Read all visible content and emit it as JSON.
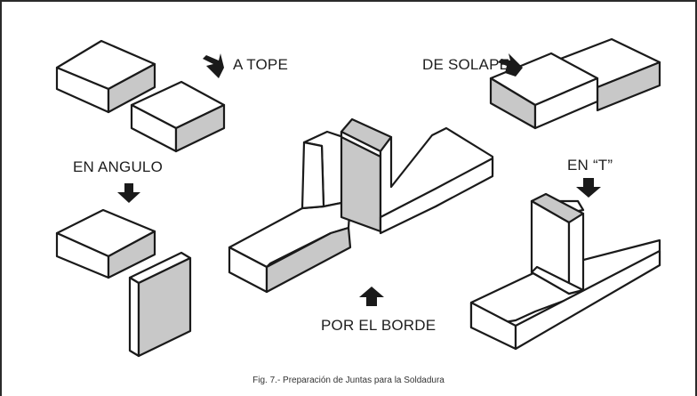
{
  "labels": {
    "a_tope": "A TOPE",
    "de_solape": "DE SOLAPE",
    "en_angulo": "EN ANGULO",
    "en_t": "EN “T”",
    "por_el_borde": "POR EL BORDE"
  },
  "caption": "Fig. 7.- Preparación de Juntas para la Soldadura",
  "colors": {
    "face_top": "#ffffff",
    "face_front": "#ffffff",
    "face_shaded": "#c8c8c8",
    "stroke": "#1a1a1a",
    "arrow": "#1a1a1a"
  },
  "icons": {
    "arrow": "thick-block-arrow-icon"
  }
}
